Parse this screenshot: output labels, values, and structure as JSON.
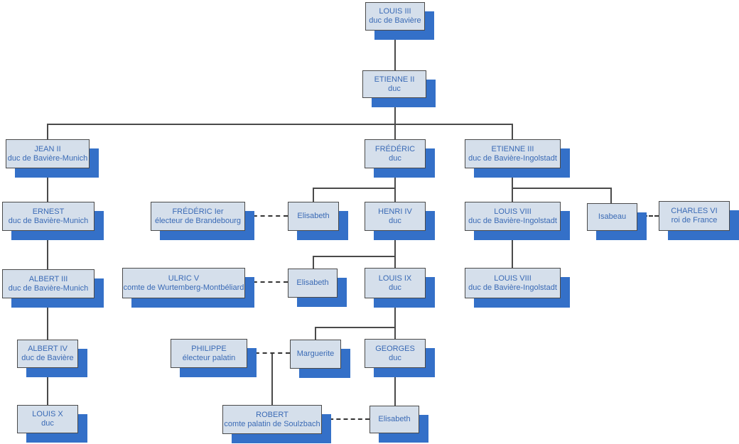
{
  "style": {
    "box_fill": "#D5DFEB",
    "box_border": "#4A4A4A",
    "box_shadow": "#3470C8",
    "text_color": "#3A6AB5",
    "line_color": "#4A4A4A",
    "marriage_line_style": "dashed"
  },
  "nodes": [
    {
      "id": "louis-iii",
      "name": "LOUIS III",
      "subtitle": "duc de Bavière"
    },
    {
      "id": "etienne-ii",
      "name": "ETIENNE II",
      "subtitle": "duc"
    },
    {
      "id": "jean-ii",
      "name": "JEAN II",
      "subtitle": "duc de Bavière-Munich"
    },
    {
      "id": "frederic",
      "name": "FRÉDÉRIC",
      "subtitle": "duc"
    },
    {
      "id": "etienne-iii",
      "name": "ETIENNE III",
      "subtitle": "duc de Bavière-Ingolstadt"
    },
    {
      "id": "ernest",
      "name": "ERNEST",
      "subtitle": "duc de Bavière-Munich"
    },
    {
      "id": "frederic-ier",
      "name": "FRÉDÉRIC Ier",
      "subtitle": "électeur de Brandebourg"
    },
    {
      "id": "elisabeth-1",
      "name": "Elisabeth",
      "subtitle": ""
    },
    {
      "id": "henri-iv",
      "name": "HENRI IV",
      "subtitle": "duc"
    },
    {
      "id": "louis-viii-1",
      "name": "LOUIS VIII",
      "subtitle": "duc de Bavière-Ingolstadt"
    },
    {
      "id": "isabeau",
      "name": "Isabeau",
      "subtitle": ""
    },
    {
      "id": "charles-vi",
      "name": "CHARLES VI",
      "subtitle": "roi de France"
    },
    {
      "id": "albert-iii",
      "name": "ALBERT III",
      "subtitle": "duc de Bavière-Munich"
    },
    {
      "id": "ulric-v",
      "name": "ULRIC V",
      "subtitle": "comte de Wurtemberg-Montbéliard"
    },
    {
      "id": "elisabeth-2",
      "name": "Elisabeth",
      "subtitle": ""
    },
    {
      "id": "louis-ix",
      "name": "LOUIS IX",
      "subtitle": "duc"
    },
    {
      "id": "louis-viii-2",
      "name": "LOUIS VIII",
      "subtitle": "duc de Bavière-Ingolstadt"
    },
    {
      "id": "albert-iv",
      "name": "ALBERT IV",
      "subtitle": "duc de Bavière"
    },
    {
      "id": "philippe",
      "name": "PHILIPPE",
      "subtitle": "électeur palatin"
    },
    {
      "id": "marguerite",
      "name": "Marguerite",
      "subtitle": ""
    },
    {
      "id": "georges",
      "name": "GEORGES",
      "subtitle": "duc"
    },
    {
      "id": "louis-x",
      "name": "LOUIS X",
      "subtitle": "duc"
    },
    {
      "id": "robert",
      "name": "ROBERT",
      "subtitle": "comte palatin de Soulzbach"
    },
    {
      "id": "elisabeth-3",
      "name": "Elisabeth",
      "subtitle": ""
    }
  ]
}
